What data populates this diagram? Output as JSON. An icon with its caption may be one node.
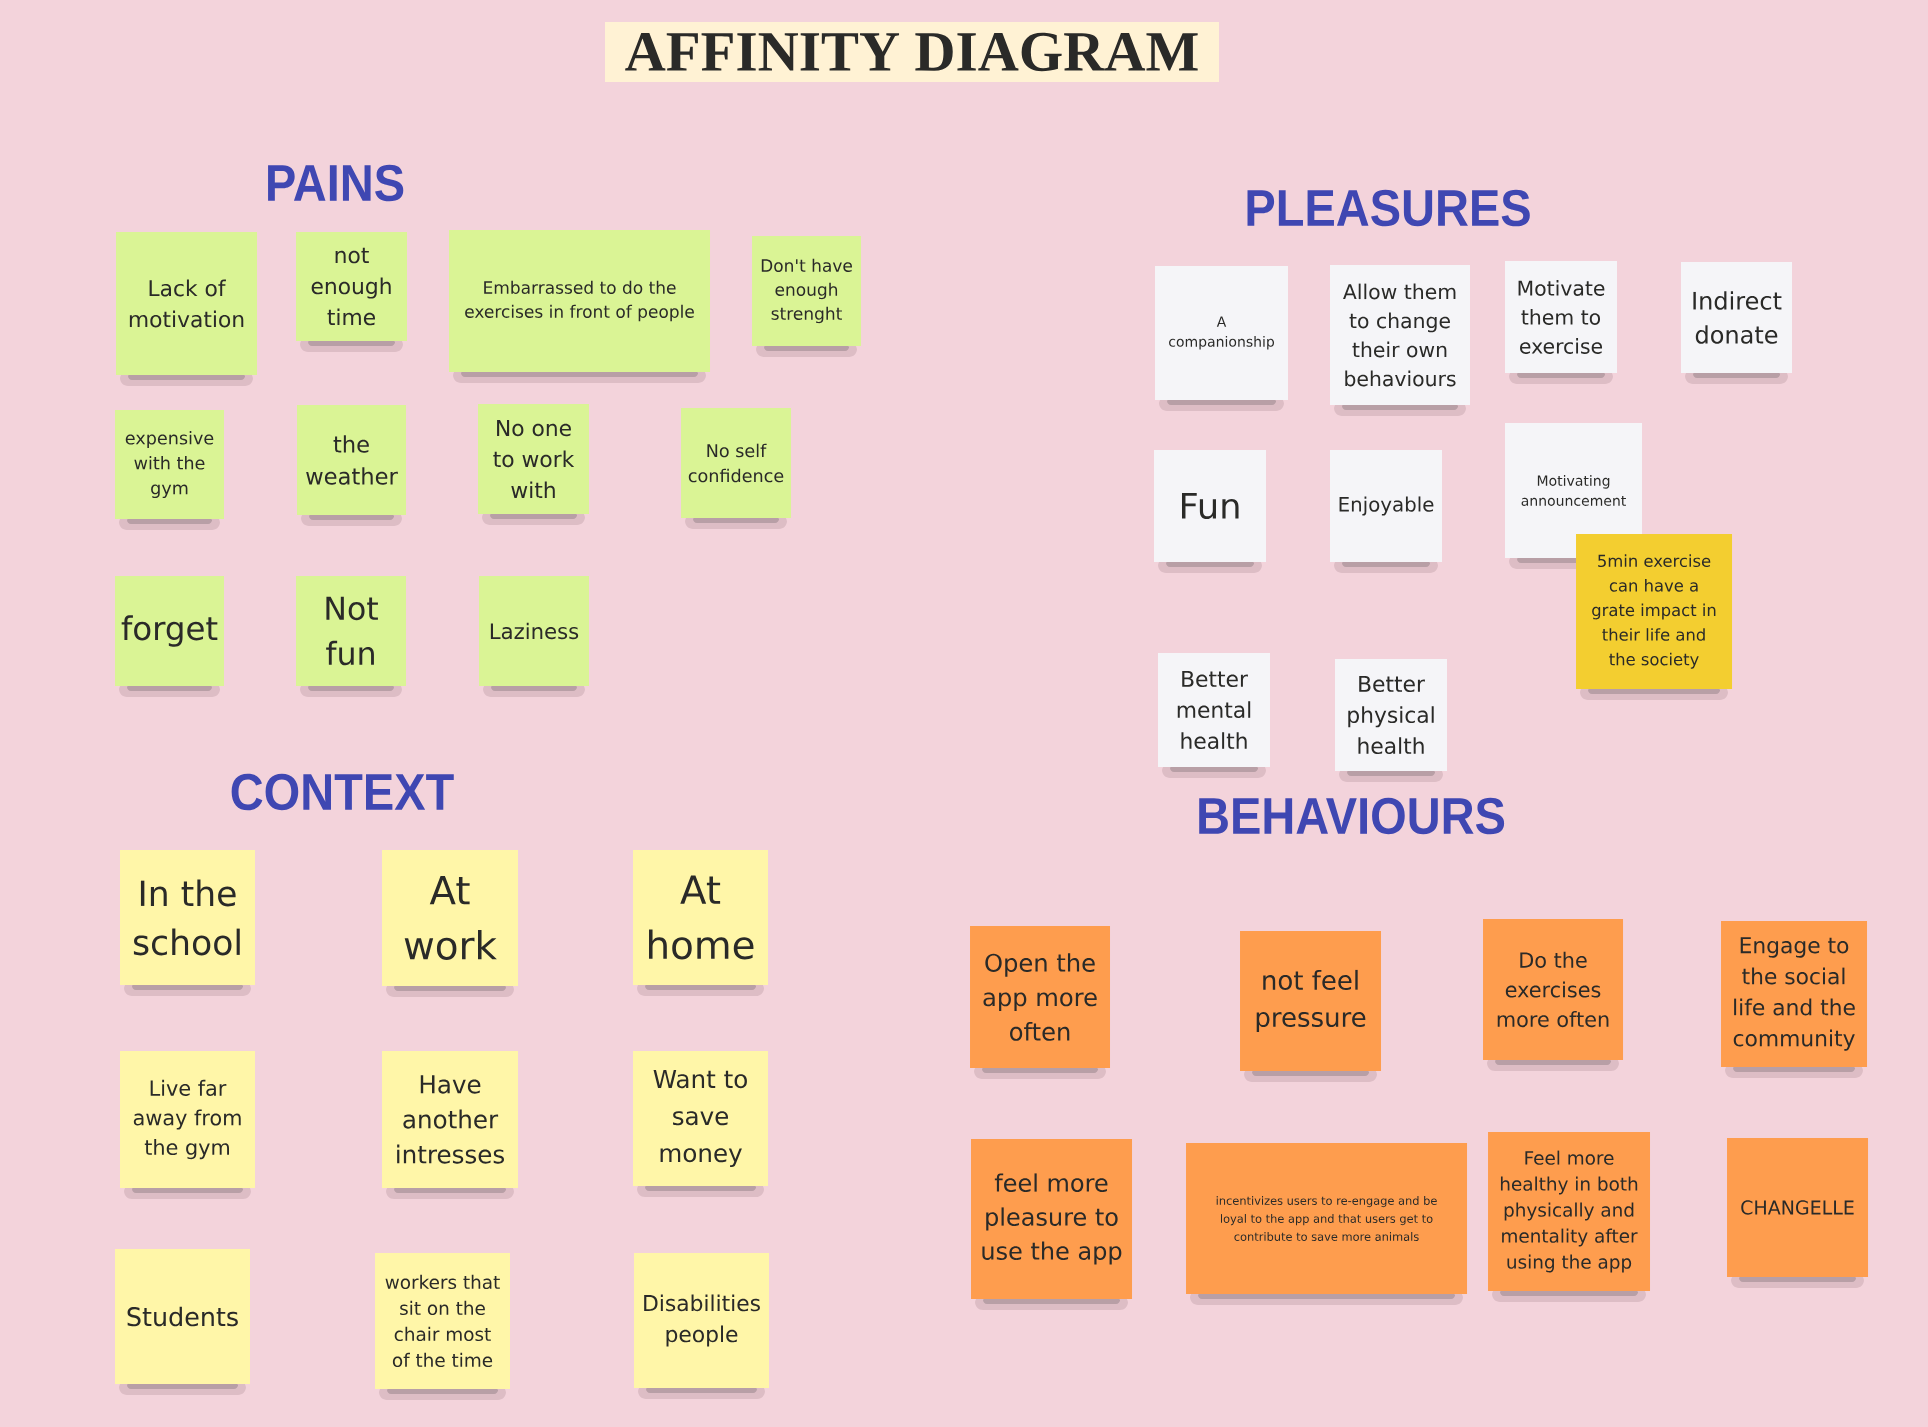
{
  "diagram": {
    "title": "AFFINITY DIAGRAM",
    "nodes": [
      {
        "text": [
          "Lack of motivation"
        ]
      },
      {
        "text": [
          "not enough time"
        ]
      },
      {
        "text": [
          "Embarrassed to do the exercises in front of people"
        ]
      },
      {
        "text": [
          "Don't have enough strenght"
        ]
      },
      {
        "text": [
          "expensive with the gym"
        ]
      },
      {
        "text": [
          "the weather"
        ]
      },
      {
        "text": [
          "No one to work with"
        ]
      },
      {
        "text": [
          "No self confidence"
        ]
      },
      {
        "text": [
          "forget"
        ]
      },
      {
        "text": [
          "Not fun"
        ]
      },
      {
        "text": [
          "Laziness"
        ]
      },
      {
        "text": [
          "A companionship"
        ]
      },
      {
        "text": [
          "Allow them to change their own behaviours"
        ]
      },
      {
        "text": [
          "Motivate them to exercise"
        ]
      },
      {
        "text": [
          "Indirect donate"
        ]
      },
      {
        "text": [
          "Fun"
        ]
      },
      {
        "text": [
          "Enjoyable"
        ]
      },
      {
        "text": [
          "Motivating announcement"
        ]
      },
      {
        "text": [
          "5min exercise can have a grate impact in their life and the society"
        ]
      },
      {
        "text": [
          "Better mental health"
        ]
      },
      {
        "text": [
          "Better physical health"
        ]
      },
      {
        "text": [
          "In the school"
        ]
      },
      {
        "text": [
          "At work"
        ]
      },
      {
        "text": [
          "At home"
        ]
      },
      {
        "text": [
          "Live far away from the gym"
        ]
      },
      {
        "text": [
          "Have another intresses"
        ]
      },
      {
        "text": [
          "Want to save money"
        ]
      },
      {
        "text": [
          "Students"
        ]
      },
      {
        "text": [
          "workers that sit on the chair most of the time"
        ]
      },
      {
        "text": [
          "Disabilities people"
        ]
      },
      {
        "text": [
          "Open the app more often"
        ]
      },
      {
        "text": [
          "not feel pressure"
        ]
      },
      {
        "text": [
          "Do the exercises more often"
        ]
      },
      {
        "text": [
          "Engage to the social life and the community"
        ]
      },
      {
        "text": [
          "feel more pleasure to use the app"
        ]
      },
      {
        "text": [
          "incentivizes users to re-engage and be loyal to the app and that users get to contribute to save more animals"
        ]
      },
      {
        "text": [
          "Feel more healthy in both physically and mentality after using the app"
        ]
      },
      {
        "text": [
          "CHANGELLE"
        ]
      }
    ],
    "labels": [
      "PAINS",
      "PLEASURES",
      "CONTEXT",
      "BEHAVIOURS"
    ]
  }
}
